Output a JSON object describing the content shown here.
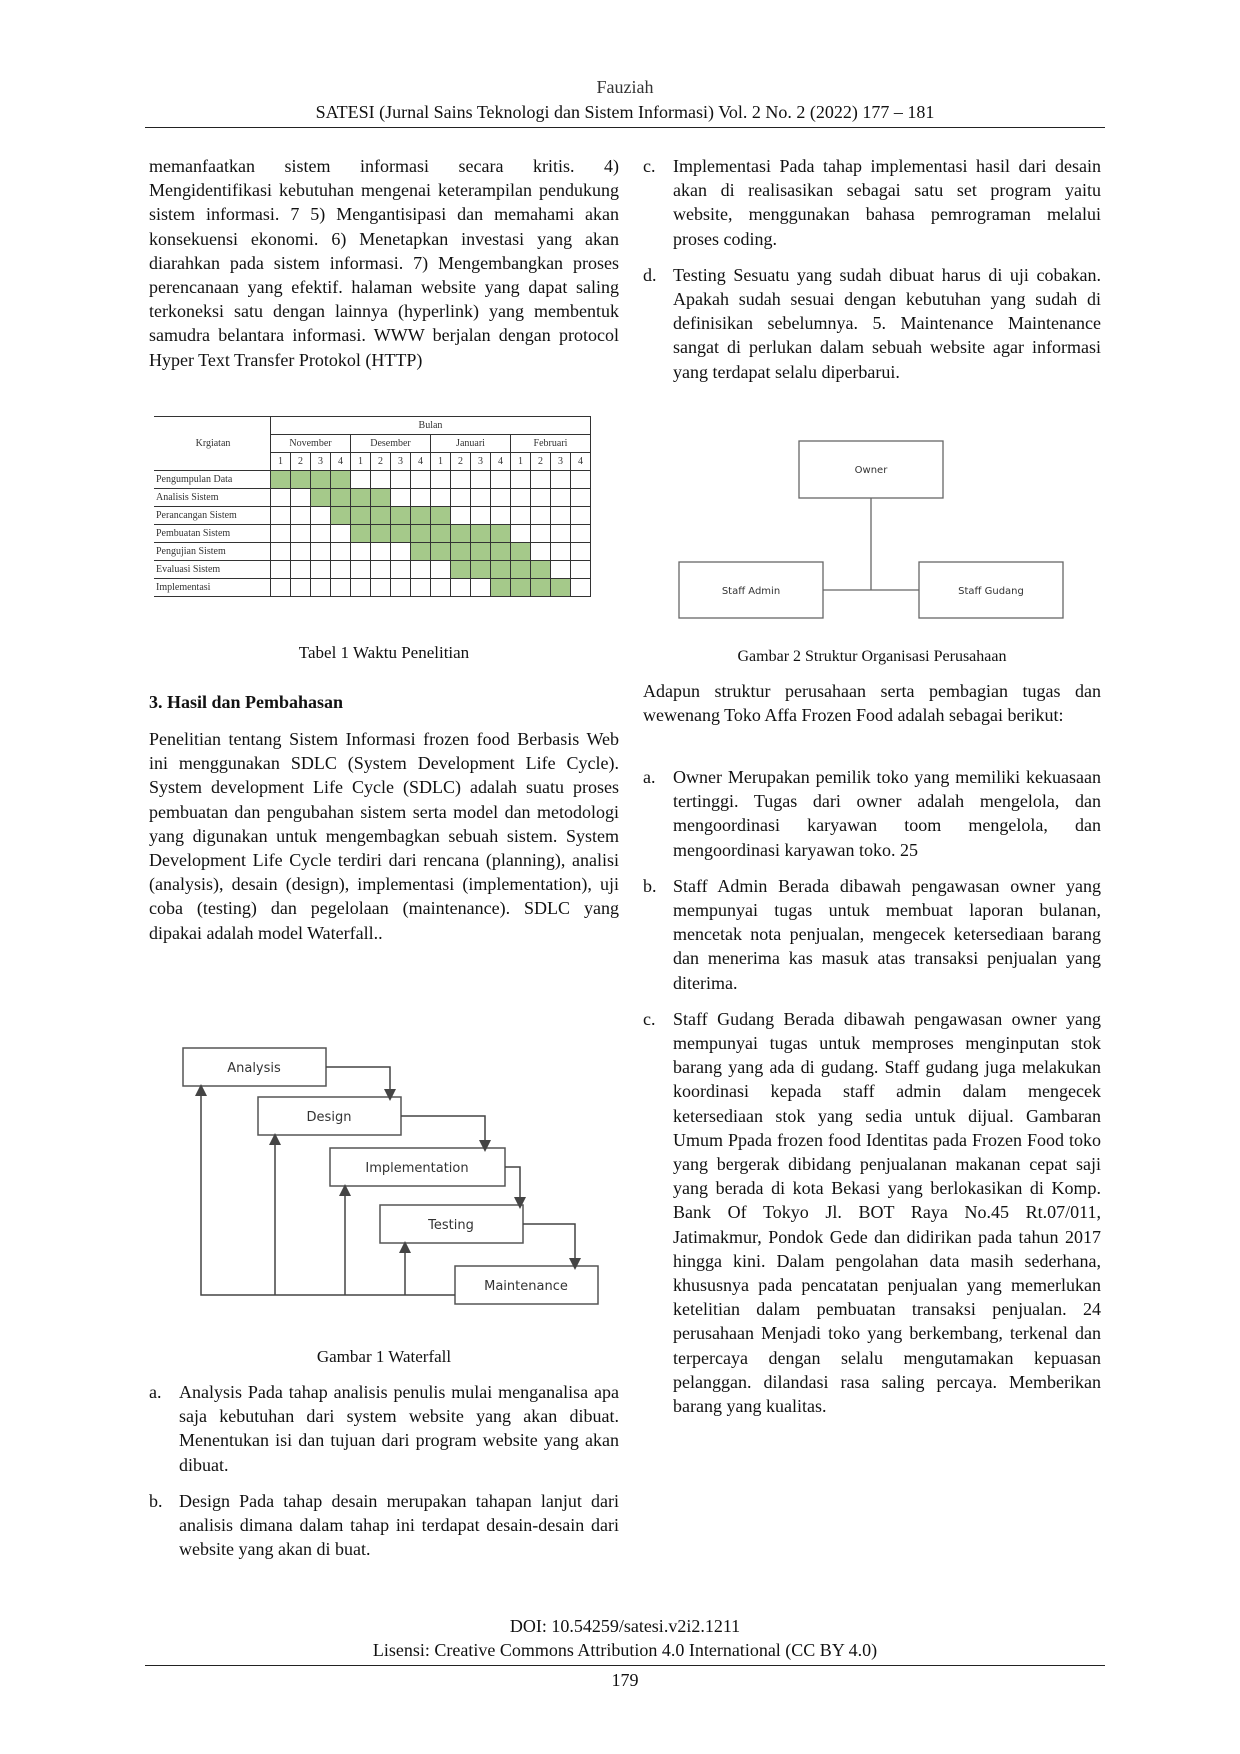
{
  "header": {
    "author": "Fauziah",
    "journal": "SATESI (Jurnal Sains Teknologi dan Sistem Informasi) Vol. 2 No. 2 (2022) 177 – 181"
  },
  "left": {
    "para1": "memanfaatkan sistem informasi secara kritis. 4) Mengidentifikasi kebutuhan mengenai keterampilan pendukung sistem informasi. 7 5) Mengantisipasi dan memahami akan konsekuensi ekonomi. 6) Menetapkan investasi yang akan diarahkan pada sistem informasi. 7) Mengembangkan proses perencanaan yang efektif. halaman website yang dapat saling terkoneksi satu dengan lainnya (hyperlink) yang membentuk samudra belantara informasi. WWW berjalan dengan protocol Hyper Text Transfer Protokol (HTTP)",
    "table_caption": "Tabel  1 Waktu Penelitian",
    "section_heading": "3. Hasil dan Pembahasan",
    "para2": "Penelitian tentang Sistem Informasi frozen food Berbasis Web ini menggunakan SDLC (System Development Life Cycle). System development Life Cycle (SDLC) adalah suatu proses pembuatan dan pengubahan sistem serta model dan metodologi yang digunakan untuk mengembagkan sebuah sistem. System Development Life Cycle terdiri dari rencana (planning), analisi (analysis), desain (design), implementasi (implementation), uji coba (testing) dan pegelolaan (maintenance). SDLC yang dipakai adalah model Waterfall..",
    "figure_caption": "Gambar  1 Waterfall",
    "items": [
      {
        "marker": "a.",
        "text": "Analysis Pada tahap analisis penulis mulai menganalisa apa saja kebutuhan dari system website yang akan dibuat. Menentukan isi dan tujuan dari program website yang akan dibuat."
      },
      {
        "marker": "b.",
        "text": "Design Pada tahap desain merupakan tahapan lanjut dari analisis dimana dalam tahap ini terdapat desain-desain dari website yang akan di buat."
      }
    ]
  },
  "gantt": {
    "header_activity": "Krgiatan",
    "header_month": "Bulan",
    "months": [
      "November",
      "Desember",
      "Januari",
      "Februari"
    ],
    "weeks": [
      "1",
      "2",
      "3",
      "4"
    ],
    "rows": [
      {
        "name": "Pengumpulan Data",
        "start": 0,
        "end": 3
      },
      {
        "name": "Analisis Sistem",
        "start": 2,
        "end": 5
      },
      {
        "name": "Perancangan Sistem",
        "start": 3,
        "end": 8
      },
      {
        "name": "Pembuatan Sistem",
        "start": 4,
        "end": 11
      },
      {
        "name": "Pengujian Sistem",
        "start": 7,
        "end": 12
      },
      {
        "name": "Evaluasi Sistem",
        "start": 9,
        "end": 13
      },
      {
        "name": "Implementasi",
        "start": 11,
        "end": 14
      }
    ]
  },
  "waterfall": {
    "steps": [
      "Analysis",
      "Design",
      "Implementation",
      "Testing",
      "Maintenance"
    ]
  },
  "org": {
    "owner": "Owner",
    "staff_admin": "Staff Admin",
    "staff_gudang": "Staff Gudang"
  },
  "right": {
    "items_top": [
      {
        "marker": "c.",
        "text": "Implementasi Pada tahap implementasi hasil dari desain akan di realisasikan sebagai satu set program yaitu website, menggunakan bahasa pemrograman melalui proses coding."
      },
      {
        "marker": "d.",
        "text": "Testing Sesuatu yang sudah dibuat harus di uji cobakan. Apakah sudah sesuai dengan kebutuhan yang sudah di definisikan sebelumnya. 5. Maintenance Maintenance sangat di perlukan dalam sebuah website agar informasi yang terdapat selalu diperbarui."
      }
    ],
    "figure_caption": "Gambar 2 Struktur Organisasi Perusahaan",
    "para": "Adapun struktur perusahaan serta pembagian tugas dan wewenang Toko Affa Frozen Food adalah sebagai berikut:",
    "items": [
      {
        "marker": "a.",
        "text": "Owner Merupakan pemilik toko yang memiliki kekuasaan tertinggi. Tugas dari owner adalah mengelola, dan mengoordinasi karyawan toom mengelola, dan mengoordinasi karyawan toko. 25"
      },
      {
        "marker": "b.",
        "text": "Staff Admin Berada dibawah pengawasan owner yang mempunyai tugas untuk membuat laporan bulanan, mencetak nota penjualan, mengecek ketersediaan barang dan menerima kas masuk atas transaksi penjualan yang diterima."
      },
      {
        "marker": "c.",
        "text": "Staff Gudang Berada dibawah pengawasan owner yang mempunyai tugas untuk memproses menginputan stok barang yang ada di gudang. Staff gudang juga melakukan koordinasi kepada staff admin dalam mengecek ketersediaan stok yang sedia untuk dijual. Gambaran Umum Ppada frozen food Identitas pada Frozen Food  toko yang bergerak dibidang penjualanan makanan cepat saji yang berada di kota Bekasi yang berlokasikan di Komp. Bank Of Tokyo Jl. BOT Raya No.45 Rt.07/011, Jatimakmur, Pondok Gede dan didirikan pada tahun 2017 hingga kini. Dalam pengolahan data masih sederhana, khususnya pada pencatatan penjualan yang memerlukan ketelitian dalam pembuatan transaksi penjualan. 24 perusahaan Menjadi toko yang berkembang, terkenal dan terpercaya dengan selalu mengutamakan kepuasan pelanggan.   dilandasi rasa saling percaya. Memberikan barang yang kualitas."
      }
    ]
  },
  "footer": {
    "doi": "DOI: 10.54259/satesi.v2i2.1211",
    "license": "Lisensi: Creative Commons Attribution 4.0 International (CC BY 4.0)",
    "page": "179"
  }
}
